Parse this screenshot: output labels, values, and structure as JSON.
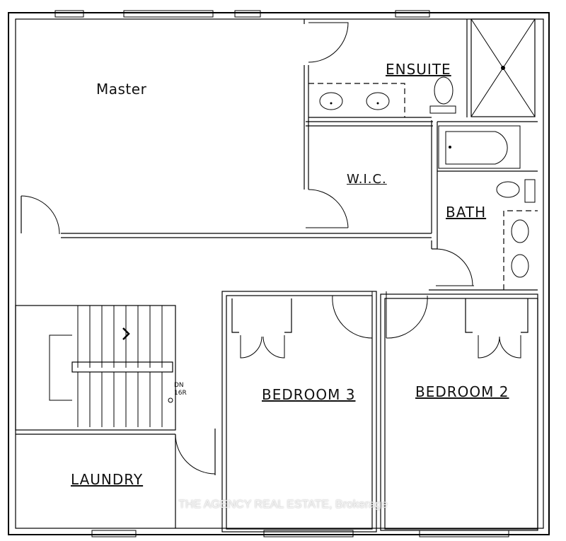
{
  "rooms": {
    "master": "Master",
    "ensuite": "ENSUITE",
    "wic": "W.I.C.",
    "bath": "BATH",
    "bedroom3": "BEDROOM 3",
    "bedroom2": "BEDROOM 2",
    "laundry": "LAUNDRY"
  },
  "stairs": {
    "direction": "DN",
    "risers": "16R"
  },
  "watermark": "THE AGENCY REAL ESTATE, Brokerage",
  "colors": {
    "line": "#000000",
    "background": "#ffffff"
  }
}
